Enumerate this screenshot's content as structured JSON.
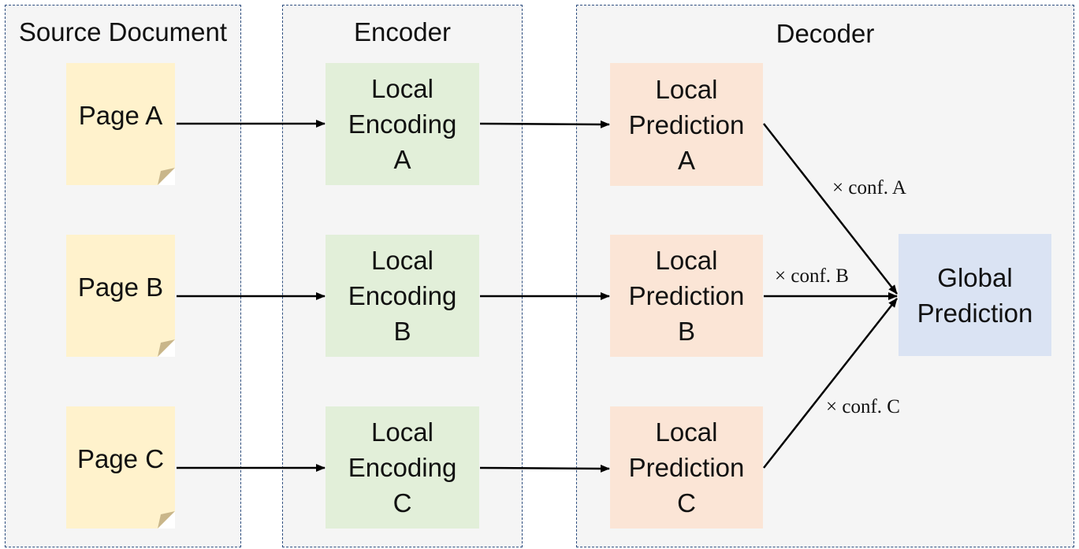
{
  "panels": {
    "source": {
      "title": "Source Document"
    },
    "encoder": {
      "title": "Encoder"
    },
    "decoder": {
      "title": "Decoder"
    }
  },
  "pages": [
    {
      "label": "Page A"
    },
    {
      "label": "Page B"
    },
    {
      "label": "Page C"
    }
  ],
  "encodings": [
    {
      "line1": "Local",
      "line2": "Encoding",
      "line3": "A"
    },
    {
      "line1": "Local",
      "line2": "Encoding",
      "line3": "B"
    },
    {
      "line1": "Local",
      "line2": "Encoding",
      "line3": "C"
    }
  ],
  "predictions": [
    {
      "line1": "Local",
      "line2": "Prediction",
      "line3": "A"
    },
    {
      "line1": "Local",
      "line2": "Prediction",
      "line3": "B"
    },
    {
      "line1": "Local",
      "line2": "Prediction",
      "line3": "C"
    }
  ],
  "global": {
    "line1": "Global",
    "line2": "Prediction"
  },
  "weights": [
    {
      "label": "× conf. A"
    },
    {
      "label": "× conf. B"
    },
    {
      "label": "× conf. C"
    }
  ],
  "colors": {
    "page": "#fff2cc",
    "encoding": "#e2efd9",
    "prediction": "#fbe5d6",
    "global": "#dae3f3",
    "panel_border": "#2f4f80"
  }
}
